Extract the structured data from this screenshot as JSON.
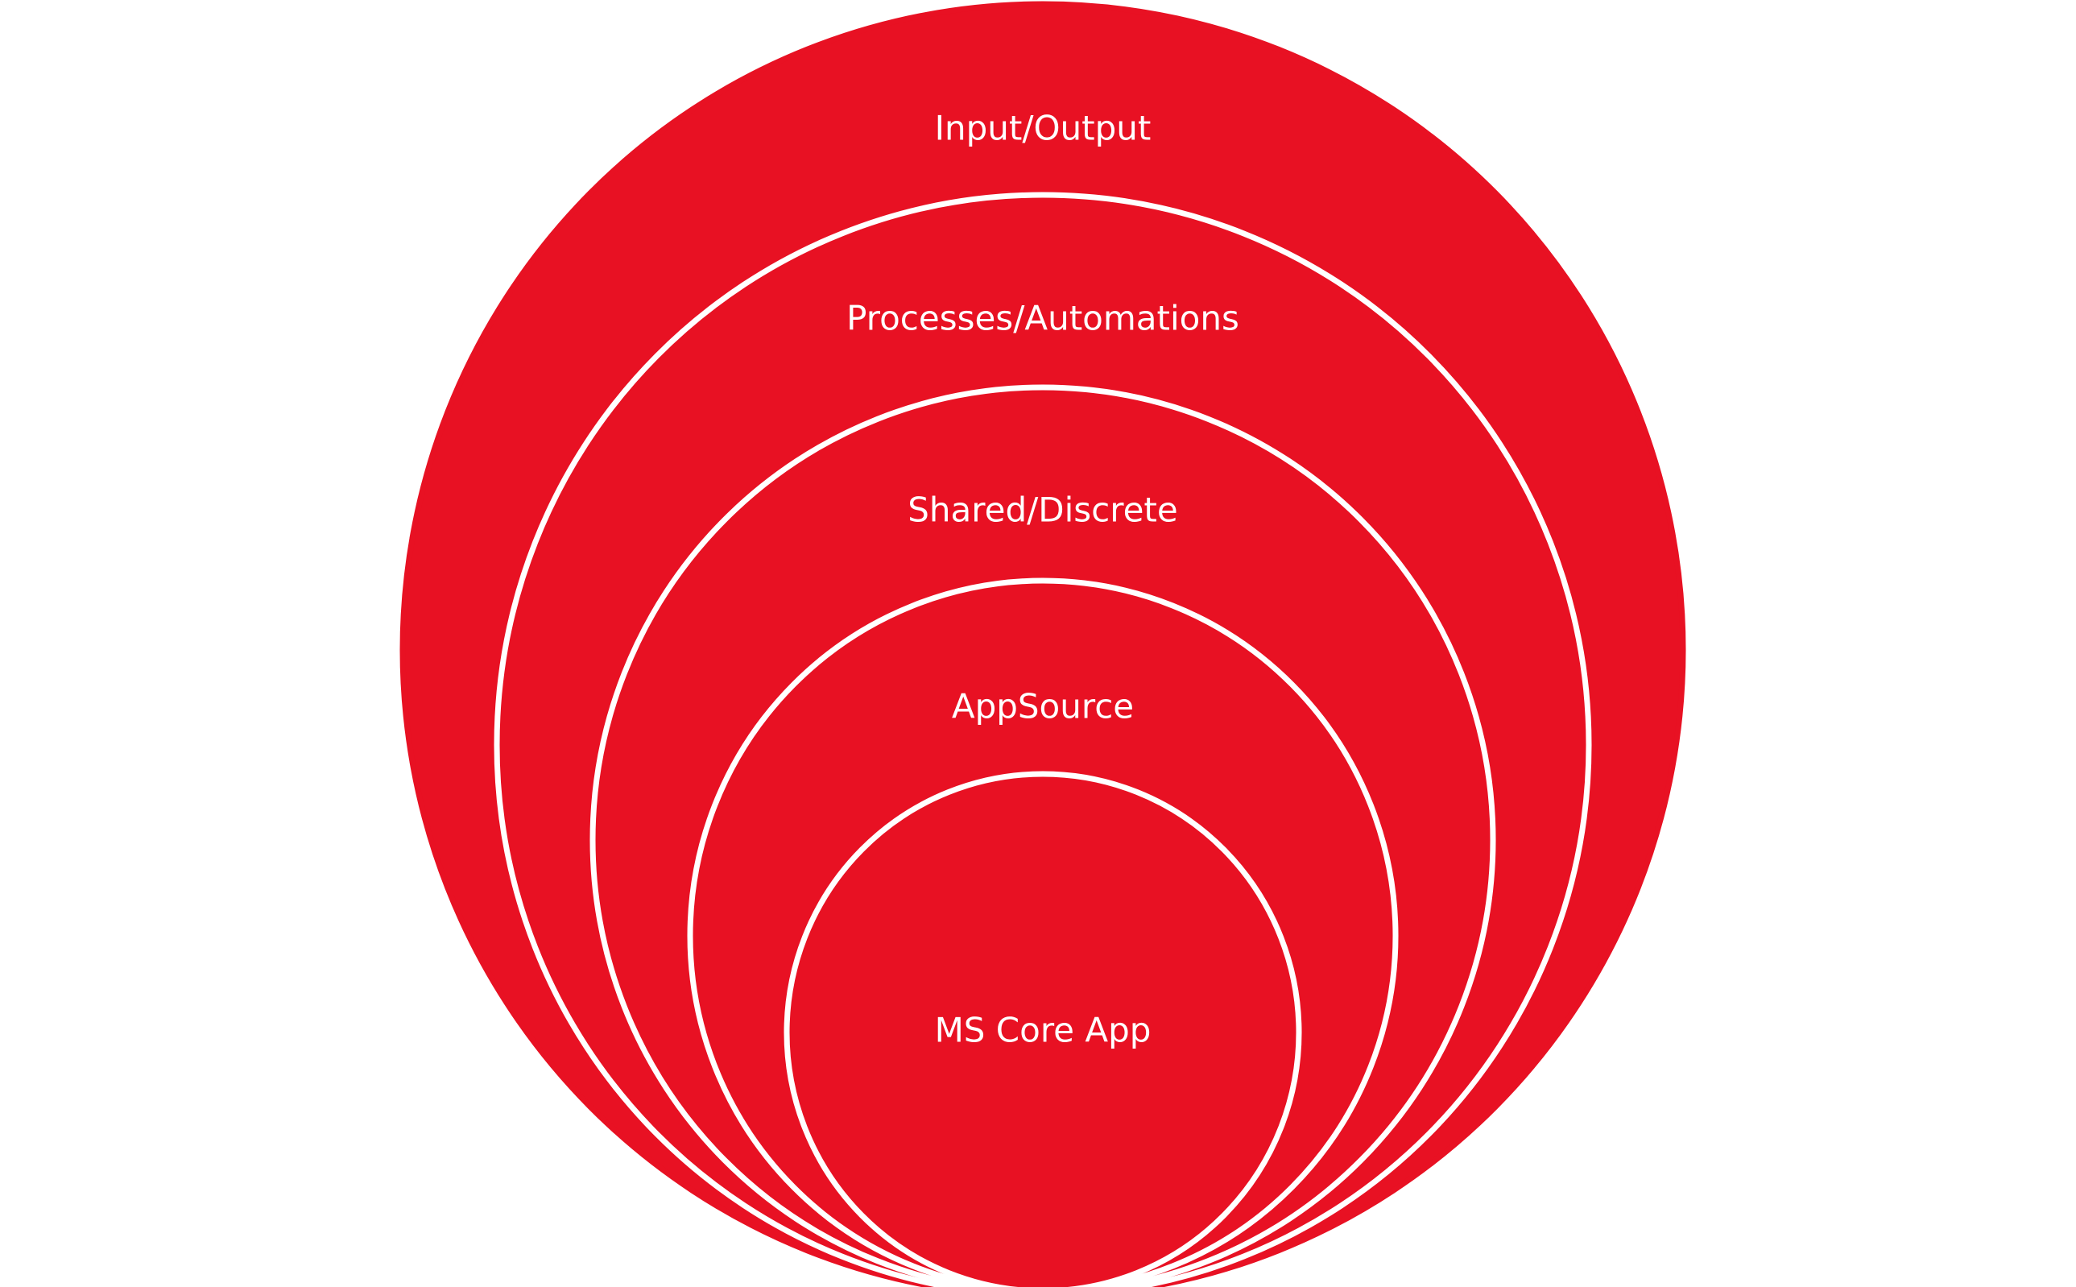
{
  "diagram": {
    "colors": {
      "fill": "#E81123",
      "ring_stroke": "#FFFFFF",
      "label": "#FFFFFF",
      "background": "#FFFFFF"
    },
    "layers": [
      {
        "label": "Input/Output"
      },
      {
        "label": "Processes/Automations"
      },
      {
        "label": "Shared/Discrete"
      },
      {
        "label": "AppSource"
      },
      {
        "label": "MS Core App"
      }
    ]
  }
}
